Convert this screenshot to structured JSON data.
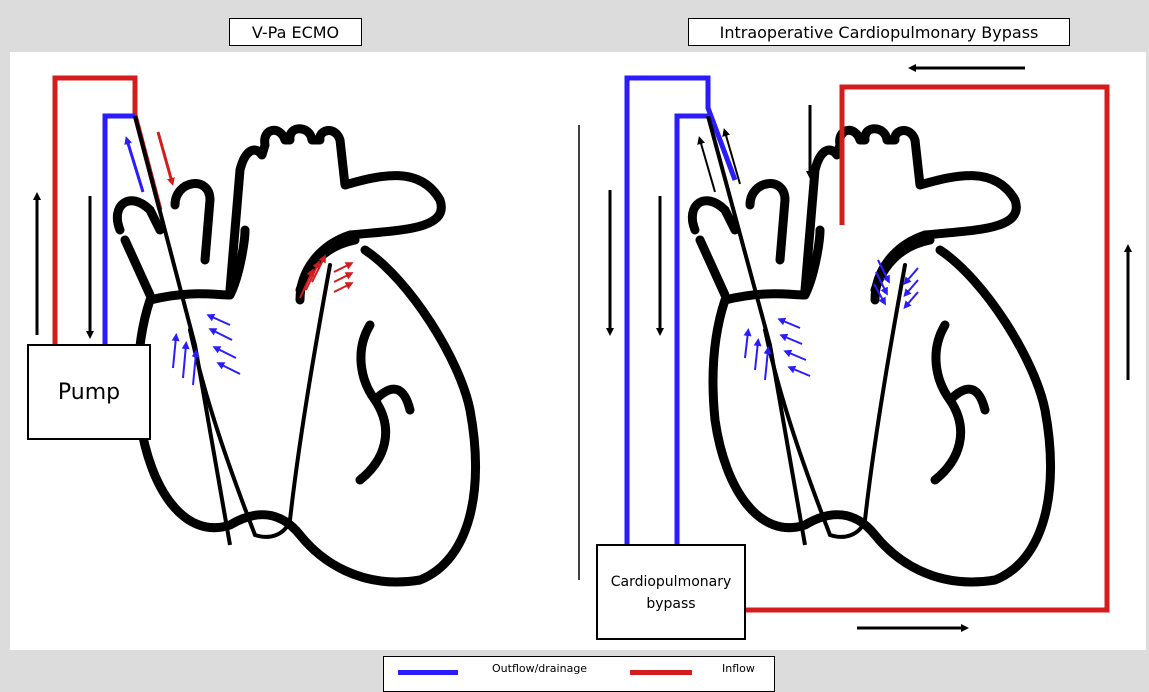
{
  "titles": {
    "left": "V-Pa ECMO",
    "right": "Intraoperative Cardiopulmonary Bypass"
  },
  "boxes": {
    "left_pump": "Pump",
    "right_bypass_line1": "Cardiopulmonary",
    "right_bypass_line2": "bypass"
  },
  "legend": {
    "outflow_label": "Outflow/drainage",
    "inflow_label": "Inflow",
    "outflow_color": "#2b1bff",
    "inflow_color": "#d41c1c"
  }
}
